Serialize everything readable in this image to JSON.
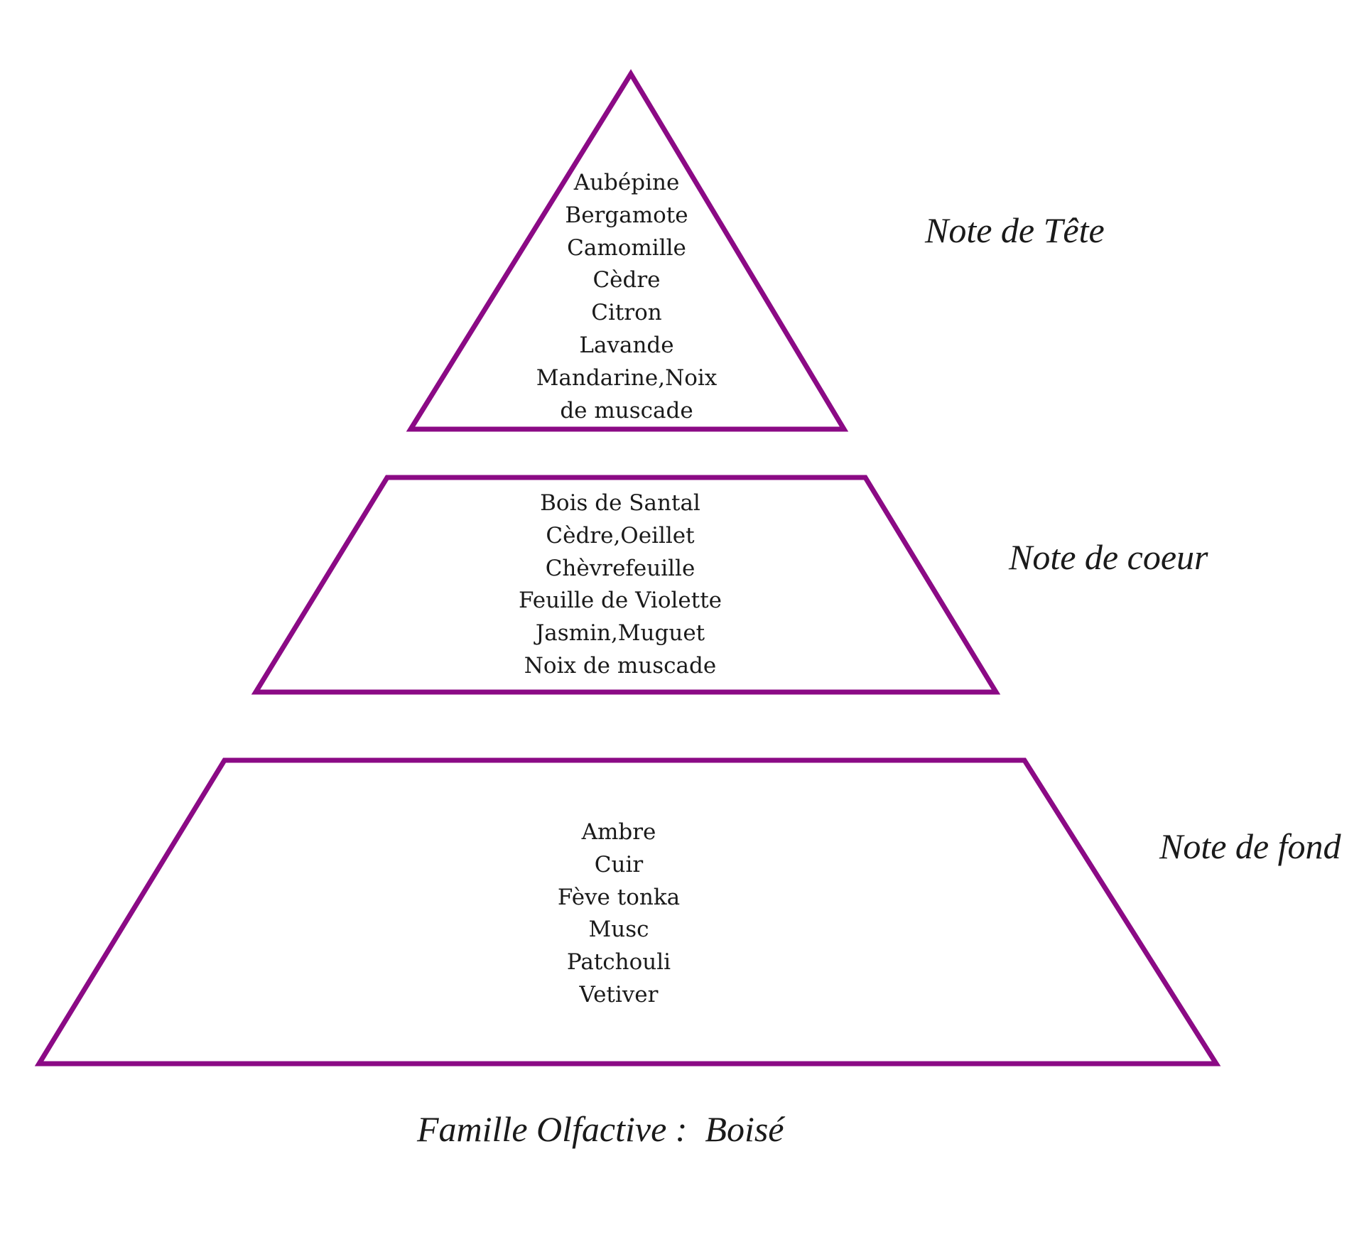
{
  "colors": {
    "outline": "#8B0A85",
    "text": "#1a1a1a"
  },
  "tiers": [
    {
      "label": "Note de Tête",
      "notes": [
        "Aubépine",
        "Bergamote",
        "Camomille",
        "Cèdre",
        "Citron",
        "Lavande",
        "Mandarine,Noix",
        "de muscade"
      ]
    },
    {
      "label": "Note de coeur",
      "notes": [
        "Bois de Santal",
        "Cèdre,Oeillet",
        "Chèvrefeuille",
        "Feuille de Violette",
        "Jasmin,Muguet",
        "Noix de muscade"
      ]
    },
    {
      "label": "Note de fond",
      "notes": [
        "Ambre",
        "Cuir",
        "Fève tonka",
        "Musc",
        "Patchouli",
        "Vetiver"
      ]
    }
  ],
  "footer": "Famille Olfactive :  Boisé"
}
